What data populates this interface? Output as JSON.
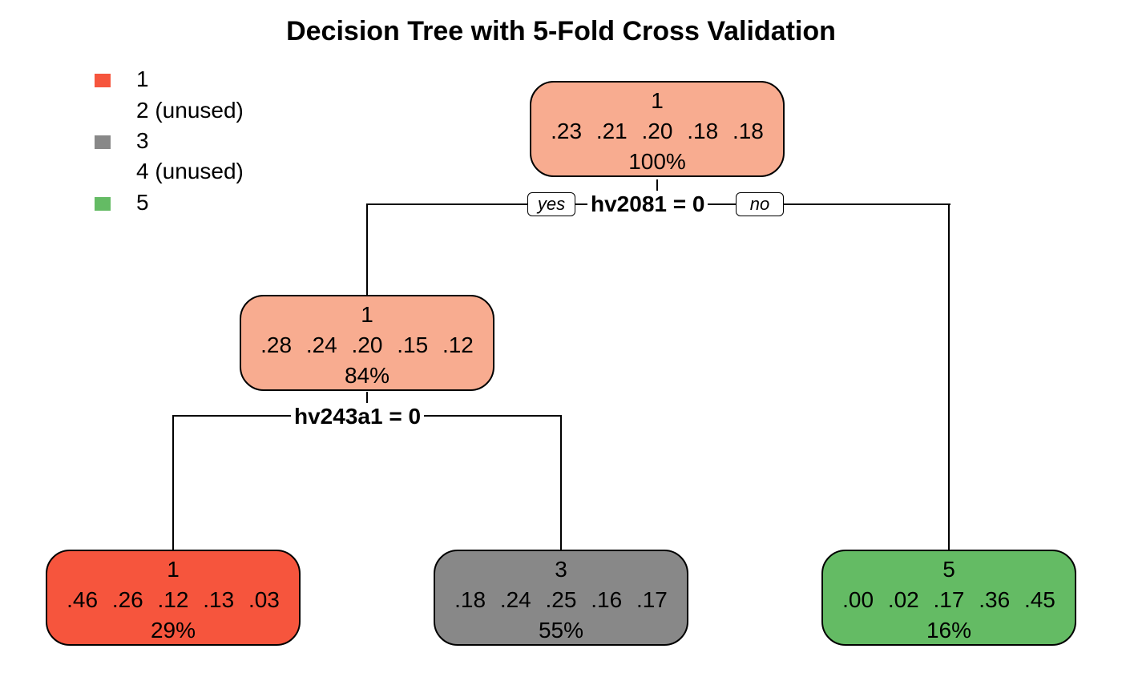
{
  "title": "Decision Tree with 5-Fold Cross Validation",
  "colors": {
    "class1": "#F6553D",
    "class1_light": "#F8AC90",
    "class3": "#888888",
    "class5": "#64BB64"
  },
  "legend": [
    {
      "label": "1",
      "color": "#F6553D"
    },
    {
      "label": "2 (unused)",
      "color": ""
    },
    {
      "label": "3",
      "color": "#888888"
    },
    {
      "label": "4 (unused)",
      "color": ""
    },
    {
      "label": "5",
      "color": "#64BB64"
    }
  ],
  "splits": {
    "root": {
      "rule": "hv2081 = 0",
      "yes": "yes",
      "no": "no"
    },
    "left": {
      "rule": "hv243a1 = 0"
    }
  },
  "nodes": {
    "root": {
      "class": "1",
      "probs": ".23  .21  .20  .18  .18",
      "pct": "100%"
    },
    "left": {
      "class": "1",
      "probs": ".28  .24  .20  .15  .12",
      "pct": "84%"
    },
    "leaf_a": {
      "class": "1",
      "probs": ".46  .26  .12  .13  .03",
      "pct": "29%"
    },
    "leaf_b": {
      "class": "3",
      "probs": ".18  .24  .25  .16  .17",
      "pct": "55%"
    },
    "leaf_c": {
      "class": "5",
      "probs": ".00  .02  .17  .36  .45",
      "pct": "16%"
    }
  }
}
